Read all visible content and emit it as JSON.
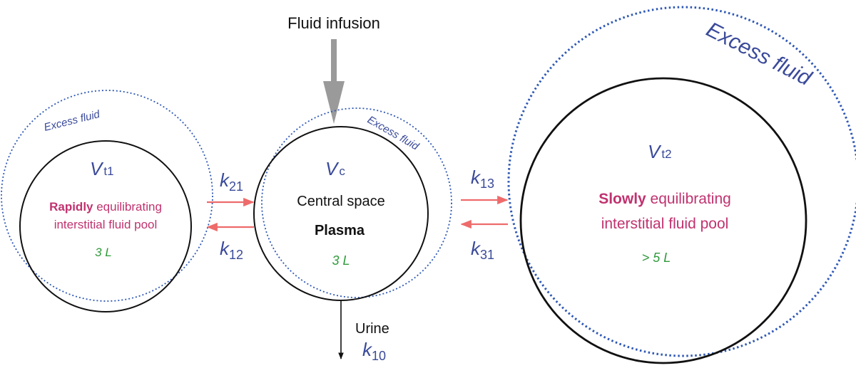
{
  "colors": {
    "blue_label": "#3a4a9a",
    "dotted_ring": "#2f58b4",
    "pink": "#c0326f",
    "green": "#2f9a3a",
    "arrow_red": "#ee6b6b",
    "arrow_gray": "#9a9a9a"
  },
  "infusion": {
    "label": "Fluid infusion"
  },
  "left": {
    "excess": "Excess fluid",
    "v": "V",
    "v_sub": "t1",
    "strong": "Rapidly",
    "line1_rest": " equilibrating",
    "line2": "interstitial fluid pool",
    "volume": "3 L"
  },
  "center": {
    "excess": "Excess fluid",
    "v": "V",
    "v_sub": "c",
    "line1": "Central space",
    "line2": "Plasma",
    "volume": "3 L"
  },
  "right": {
    "excess": "Excess fluid",
    "v": "V",
    "v_sub": "t2",
    "strong": "Slowly",
    "line1_rest": " equilibrating",
    "line2": "interstitial fluid pool",
    "volume": "> 5 L"
  },
  "rates": {
    "k21": {
      "k": "k",
      "sub": "21"
    },
    "k12": {
      "k": "k",
      "sub": "12"
    },
    "k13": {
      "k": "k",
      "sub": "13"
    },
    "k31": {
      "k": "k",
      "sub": "31"
    },
    "k10": {
      "k": "k",
      "sub": "10"
    }
  },
  "urine": {
    "label": "Urine"
  }
}
